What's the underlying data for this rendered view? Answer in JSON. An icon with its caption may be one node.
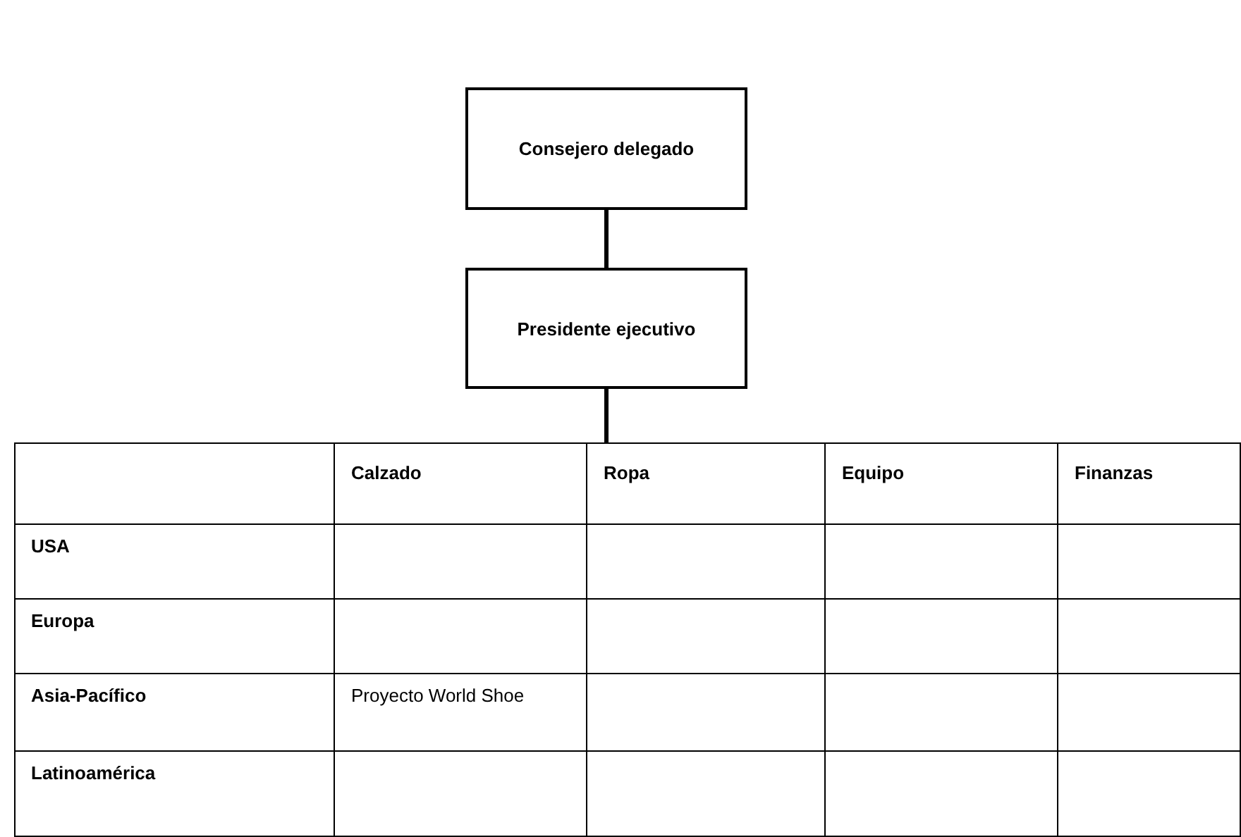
{
  "diagram": {
    "nodes": [
      {
        "text": [
          "Consejero delegado"
        ]
      },
      {
        "text": [
          "Presidente ejecutivo"
        ]
      },
      {
        "text": [],
        "shape": "box"
      }
    ],
    "edges": [
      {
        "from": 0,
        "to": 1,
        "arrow": "none"
      },
      {
        "from": 1,
        "to": 2,
        "arrow": "none"
      }
    ],
    "labels": [
      "Calzado",
      "Ropa",
      "Equipo",
      "Finanzas",
      "USA",
      "Europa",
      "Asia-Pacífico",
      "Proyecto World Shoe",
      "Latinoamérica"
    ]
  }
}
